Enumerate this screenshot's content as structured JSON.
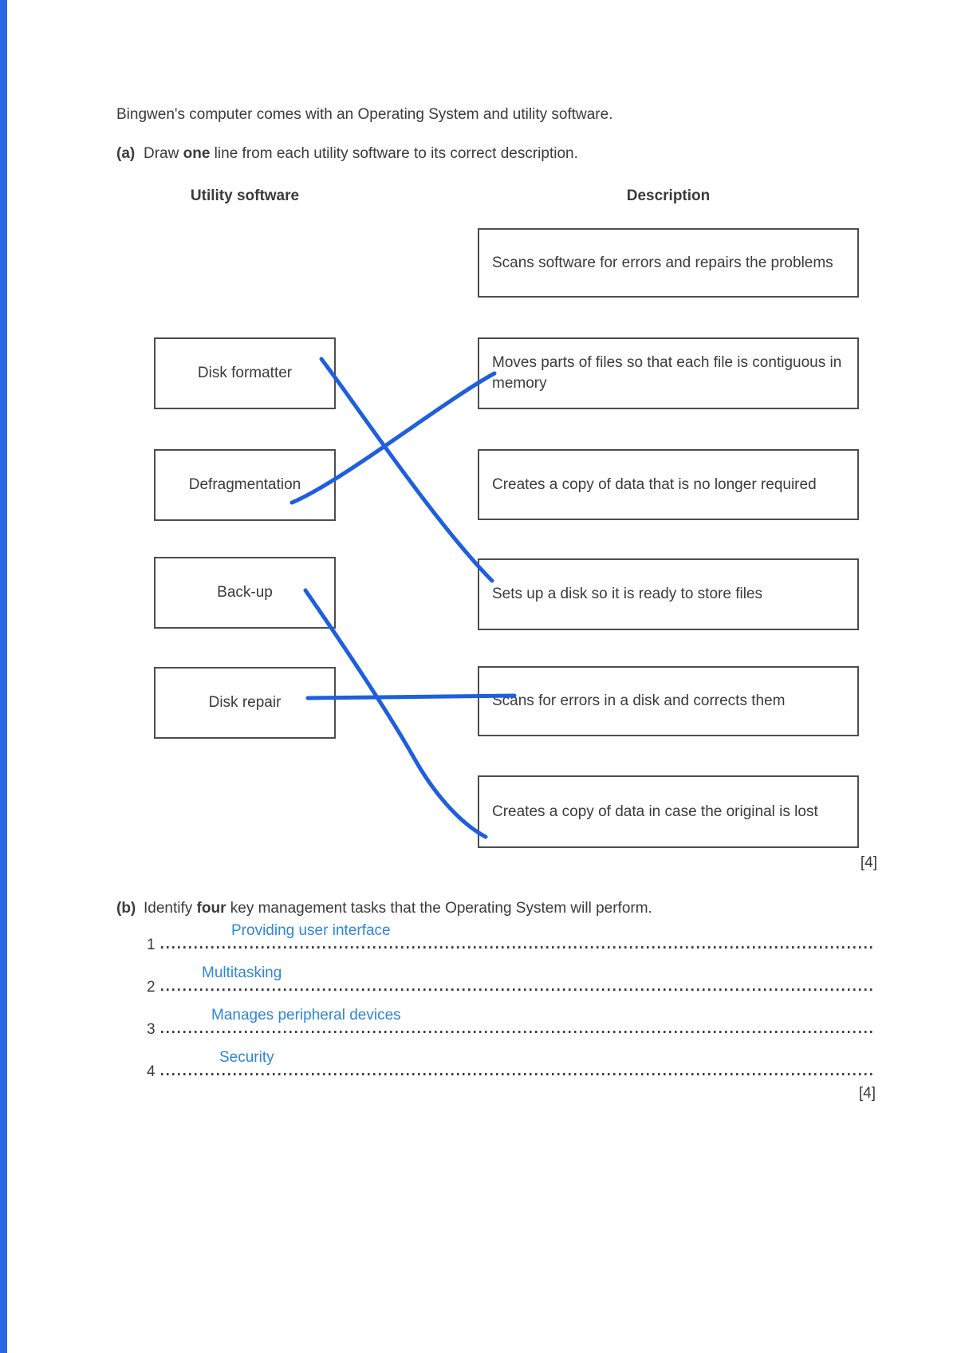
{
  "colors": {
    "pen_blue": "#1f5ede",
    "answer_blue": "#2e86d8",
    "ink": "#3b3b3b",
    "edge_blue": "#2a67e6",
    "box_border": "#4d4d4d"
  },
  "intro": "Bingwen's computer comes with an Operating System and utility software.",
  "part_a": {
    "label": "(a)",
    "prompt": {
      "pre": "Draw ",
      "bold": "one",
      "post": " line from each utility software to its correct description."
    },
    "left_column_header": "Utility software",
    "right_column_header": "Description",
    "utility_boxes": [
      "Disk formatter",
      "Defragmentation",
      "Back-up",
      "Disk repair"
    ],
    "description_boxes": [
      "Scans software for errors and repairs the problems",
      "Moves parts of files so that each file is contiguous in memory",
      "Creates a copy of data that is no longer required",
      "Sets up a disk so it is ready to store files",
      "Scans for errors in a disk and corrects them",
      "Creates a copy of data in case the original is lost"
    ],
    "pen_connections": [
      {
        "from": "Disk formatter",
        "to": "Sets up a disk so it is ready to store files"
      },
      {
        "from": "Defragmentation",
        "to": "Moves parts of files so that each file is contiguous in memory"
      },
      {
        "from": "Back-up",
        "to": "Creates a copy of data in case the original is lost"
      },
      {
        "from": "Disk repair",
        "to": "Scans for errors in a disk and corrects them"
      }
    ],
    "marks": "[4]"
  },
  "part_b": {
    "label": "(b)",
    "prompt": {
      "pre": "Identify ",
      "bold": "four",
      "post": " key management tasks that the Operating System will perform."
    },
    "answers": [
      {
        "num": "1",
        "text": "Providing user interface"
      },
      {
        "num": "2",
        "text": "Multitasking"
      },
      {
        "num": "3",
        "text": "Manages peripheral devices"
      },
      {
        "num": "4",
        "text": "Security"
      }
    ],
    "marks": "[4]"
  }
}
